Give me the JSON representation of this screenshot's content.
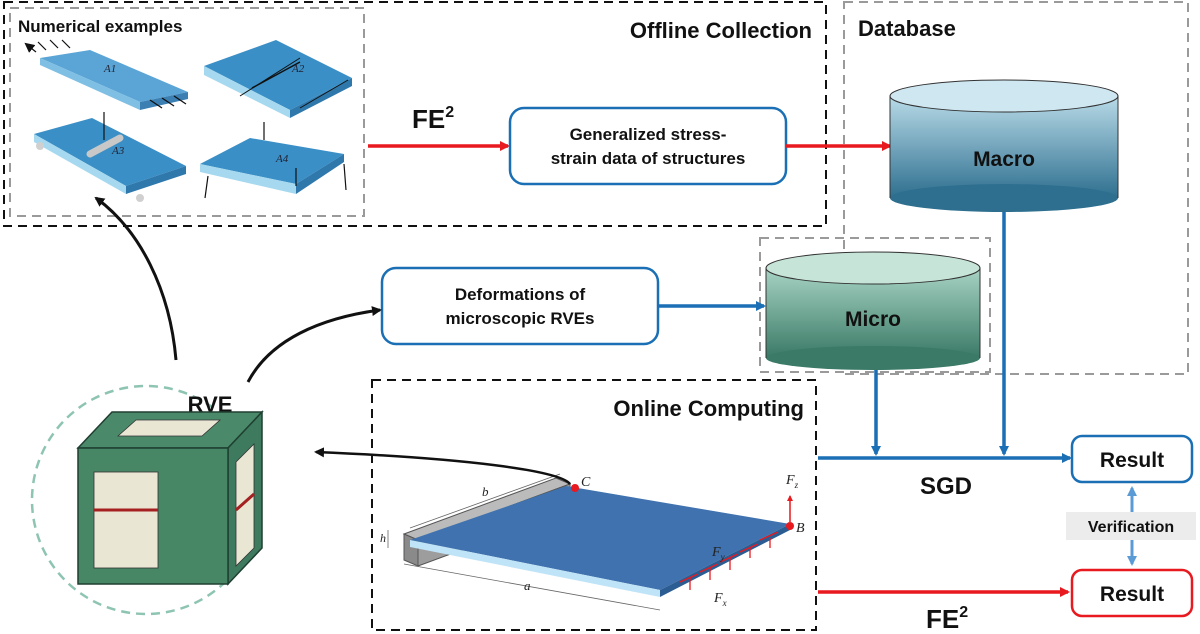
{
  "offline": {
    "title": "Offline Collection"
  },
  "examples": {
    "title": "Numerical examples",
    "labels": [
      "A1",
      "A2",
      "A3",
      "A4"
    ]
  },
  "fe2_top": {
    "text": "FE",
    "sup": "2"
  },
  "gen_box": {
    "line1": "Generalized stress-",
    "line2": "strain data of structures"
  },
  "database": {
    "title": "Database"
  },
  "macro": {
    "label": "Macro"
  },
  "micro": {
    "label": "Micro"
  },
  "deform_box": {
    "line1": "Deformations of",
    "line2": "microscopic RVEs"
  },
  "rve": {
    "label": "RVE"
  },
  "online": {
    "title": "Online Computing"
  },
  "plate": {
    "label_b": "b",
    "label_a": "a",
    "label_h": "h",
    "label_C": "C",
    "label_B": "B",
    "label_Fz": "F",
    "sub_z": "z",
    "label_Fy": "F",
    "sub_y": "y",
    "label_Fx": "F",
    "sub_x": "x"
  },
  "sgd": {
    "label": "SGD"
  },
  "result_top": {
    "label": "Result"
  },
  "result_bottom": {
    "label": "Result"
  },
  "verification": {
    "label": "Verification"
  },
  "fe2_bottom": {
    "text": "FE",
    "sup": "2"
  },
  "colors": {
    "red": "#e8191f",
    "blue": "#1a6fb5",
    "macro": "#4a90b0",
    "micro": "#4f8f7c",
    "rve_green": "#3d7a5e",
    "plate": "#3f72ae"
  }
}
